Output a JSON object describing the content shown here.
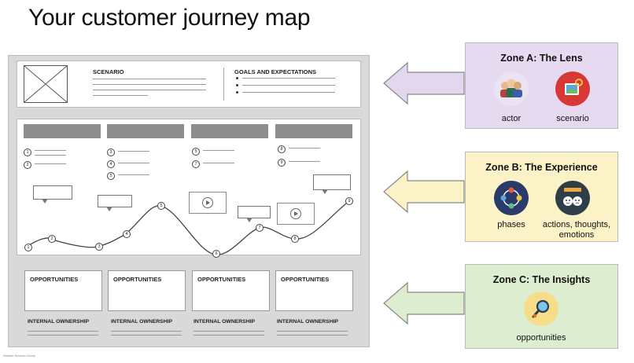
{
  "title": "Your customer journey map",
  "map": {
    "scenario_label": "SCENARIO",
    "goals_label": "GOALS AND EXPECTATIONS",
    "step_numbers": [
      "1",
      "2",
      "3",
      "4",
      "5",
      "6",
      "7",
      "8",
      "9"
    ],
    "opportunities_label": "OPPORTUNITIES",
    "ownership_label": "INTERNAL OWNERSHIP",
    "credit": "Nielsen Norman Group"
  },
  "zones": [
    {
      "title": "Zone A: The Lens",
      "background": "#e5daf0",
      "icons": [
        {
          "name": "actor-icon",
          "caption": "actor",
          "color": "#e9e3f3"
        },
        {
          "name": "scenario-icon",
          "caption": "scenario",
          "color": "#d93636"
        }
      ]
    },
    {
      "title": "Zone B: The Experience",
      "background": "#fbf2c8",
      "icons": [
        {
          "name": "phases-icon",
          "caption": "phases",
          "color": "#2a3a6a"
        },
        {
          "name": "actions-icon",
          "caption": "actions, thoughts, emotions",
          "caption_lines": [
            "actions, thoughts,",
            "emotions"
          ],
          "color": "#2e3f4a"
        }
      ]
    },
    {
      "title": "Zone C: The Insights",
      "background": "#dceecf",
      "icons": [
        {
          "name": "opportunities-icon",
          "caption": "opportunities",
          "color": "#f6dd8a"
        }
      ]
    }
  ],
  "colors": {
    "arrow_a": "#e2d7ef",
    "arrow_b": "#fbf2c8",
    "arrow_c": "#dceecf",
    "arrow_stroke": "#888888"
  }
}
